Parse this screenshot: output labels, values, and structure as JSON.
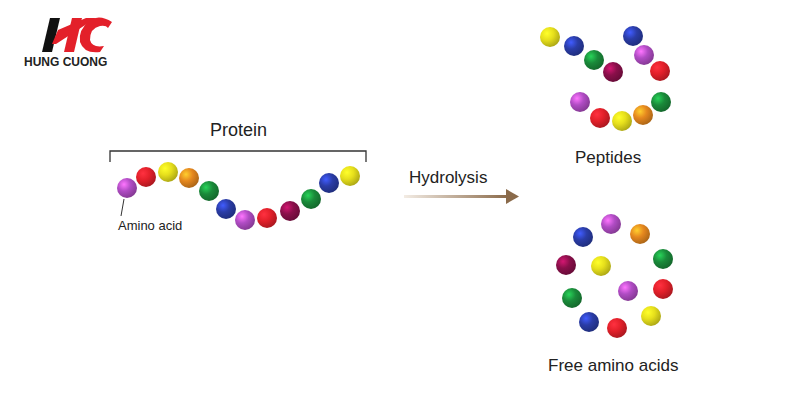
{
  "diagram": {
    "labels": [
      "HUNG CUONG",
      "Protein",
      "Amino acid",
      "Hydrolysis",
      "Peptides",
      "Free amino acids"
    ]
  }
}
